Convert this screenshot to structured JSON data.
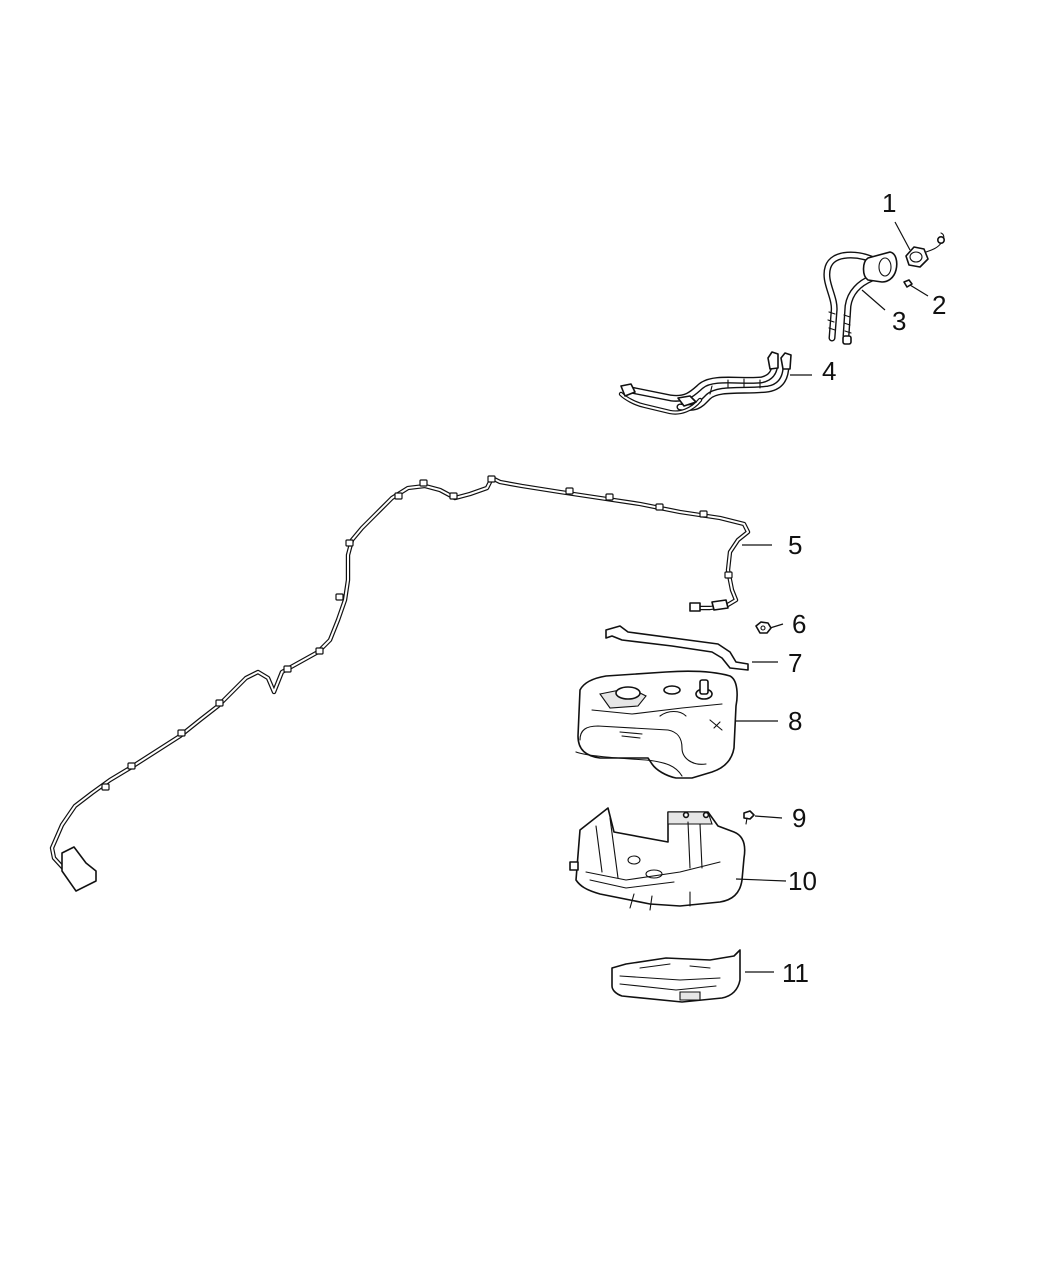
{
  "callouts": [
    {
      "number": "1",
      "part": "fuel-filler-cap"
    },
    {
      "number": "2",
      "part": "screw"
    },
    {
      "number": "3",
      "part": "fuel-filler-housing"
    },
    {
      "number": "4",
      "part": "fuel-filler-tube"
    },
    {
      "number": "5",
      "part": "fuel-line-harness"
    },
    {
      "number": "6",
      "part": "nut"
    },
    {
      "number": "7",
      "part": "tank-strap"
    },
    {
      "number": "8",
      "part": "fuel-tank"
    },
    {
      "number": "9",
      "part": "bolt"
    },
    {
      "number": "10",
      "part": "tank-skid-plate"
    },
    {
      "number": "11",
      "part": "heat-shield"
    }
  ],
  "colors": {
    "line": "#111111",
    "background": "#ffffff",
    "shade": "#e6e6e6"
  }
}
